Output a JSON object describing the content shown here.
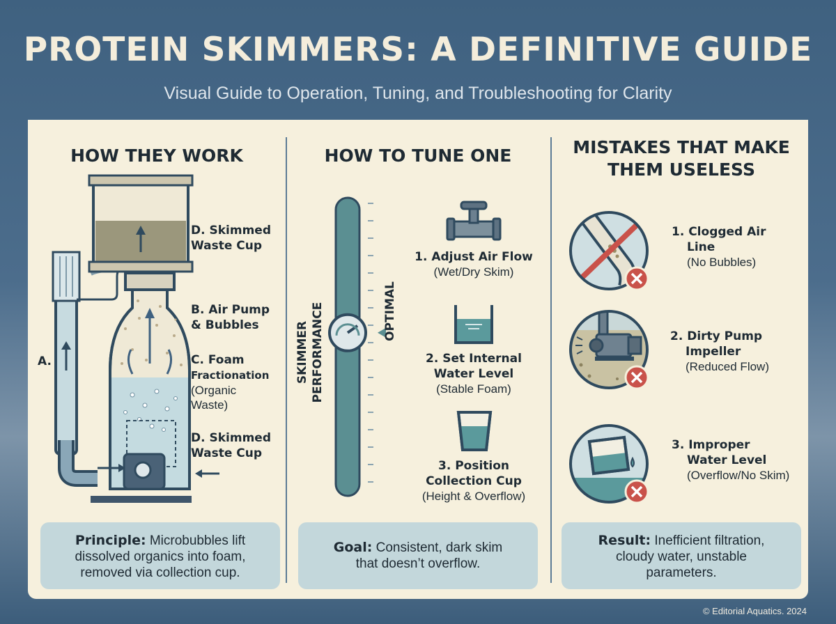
{
  "header": {
    "title": "PROTEIN SKIMMERS: A DEFINITIVE GUIDE",
    "subtitle": "Visual Guide to Operation, Tuning, and Troubleshooting for Clarity"
  },
  "col1": {
    "title": "HOW THEY WORK",
    "labels": {
      "cup": {
        "title_line1": "D. Skimmed",
        "title_line2": "Waste Cup"
      },
      "air": {
        "title_line1": "B. Air Pump",
        "title_line2": "& Bubbles"
      },
      "a": "A.",
      "foam": {
        "title_line1": "C. Foam",
        "title_line2": "Fractionation",
        "sub_line1": "(Organic",
        "sub_line2": "Waste)"
      },
      "cup2": {
        "title_line1": "D. Skimmed",
        "title_line2": "Waste Cup"
      }
    },
    "box": {
      "bold": "Principle:",
      "line1": " Microbubbles lift",
      "line2": "dissolved organics into foam,",
      "line3": "removed via collection cup."
    }
  },
  "col2": {
    "title": "HOW TO TUNE ONE",
    "slider": {
      "axis_label": "SKIMMER PERFORMANCE",
      "marker_label": "OPTIMAL",
      "level": 0.55
    },
    "steps": [
      {
        "title": "1. Adjust Air Flow",
        "sub": "(Wet/Dry Skim)",
        "icon": "faucet-icon"
      },
      {
        "title_line1": "2. Set Internal",
        "title_line2": "Water Level",
        "sub": "(Stable Foam)",
        "icon": "water-level-icon"
      },
      {
        "title_line1": "3. Position",
        "title_line2": "Collection Cup",
        "sub": "(Height & Overflow)",
        "icon": "cup-icon"
      }
    ],
    "box": {
      "bold": "Goal:",
      "line1": " Consistent, dark skim",
      "line2": "that doesn’t overflow."
    }
  },
  "col3": {
    "title_line1": "MISTAKES THAT MAKE",
    "title_line2": "THEM USELESS",
    "items": [
      {
        "title_line1": "1. Clogged Air",
        "title_line2": "Line",
        "sub": "(No Bubbles)",
        "icon": "clogged-line-icon"
      },
      {
        "title_line1": "2. Dirty Pump",
        "title_line2": "Impeller",
        "sub": "(Reduced Flow)",
        "icon": "dirty-pump-icon"
      },
      {
        "title_line1": "3. Improper",
        "title_line2": "Water Level",
        "sub": "(Overflow/No Skim)",
        "icon": "improper-level-icon"
      }
    ],
    "box": {
      "bold": "Result:",
      "line1": " Inefficient filtration,",
      "line2": "cloudy water, unstable",
      "line3": "parameters."
    }
  },
  "footer": "© Editorial Aquatics. 2024",
  "colors": {
    "navy": "#3f6180",
    "cream": "#f6f0dd",
    "teal": "#5a8f92",
    "red": "#c9524a",
    "box": "#c3d7db"
  }
}
